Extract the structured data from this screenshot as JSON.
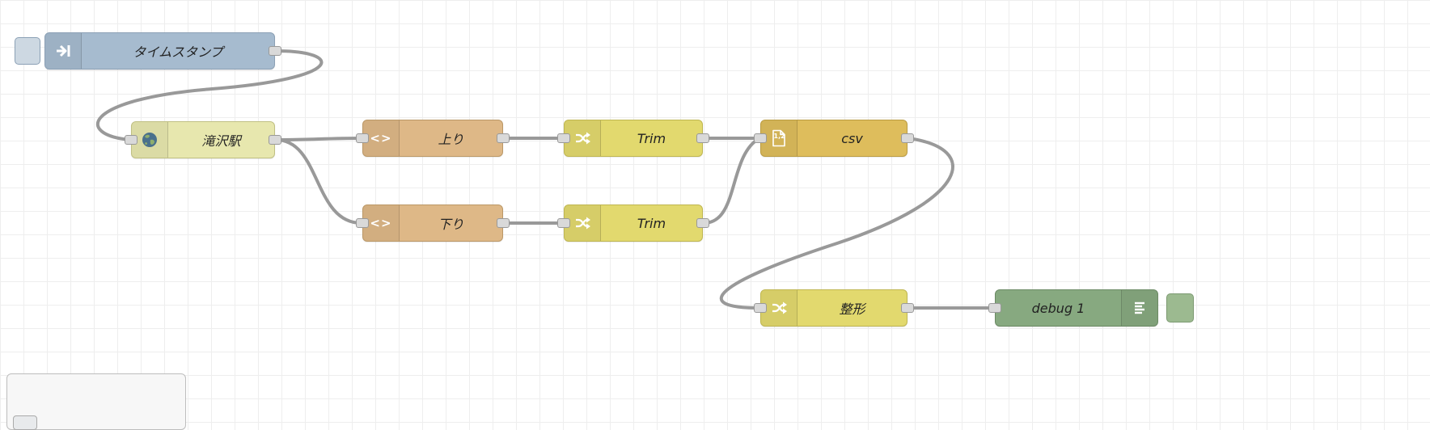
{
  "canvas": {
    "background": "#ffffff",
    "grid_color": "#eeeeee",
    "wire_color": "#999999",
    "port_color": "#d9d9d9"
  },
  "nodes": [
    {
      "label": "タイムスタンプ",
      "color": "#a6bbcf",
      "border_color": "#8ba0b5",
      "icon": "inject-arrow-icon"
    },
    {
      "label": "滝沢駅",
      "color": "#e7e7ae",
      "border_color": "#c0c083",
      "icon": "globe-icon"
    },
    {
      "label": "上り",
      "color": "#deb887",
      "border_color": "#bb9867",
      "icon": "angle-brackets-icon",
      "icon_glyph": "<>"
    },
    {
      "label": "Trim",
      "color": "#e2d96e",
      "border_color": "#bfb651",
      "icon": "shuffle-arrows-icon"
    },
    {
      "label": "csv",
      "color": "#debd5c",
      "border_color": "#bb9c42",
      "icon": "csv-file-icon",
      "icon_glyph": "1,2"
    },
    {
      "label": "下り",
      "color": "#deb887",
      "border_color": "#bb9867",
      "icon": "angle-brackets-icon",
      "icon_glyph": "<>"
    },
    {
      "label": "Trim",
      "color": "#e2d96e",
      "border_color": "#bfb651",
      "icon": "shuffle-arrows-icon"
    },
    {
      "label": "整形",
      "color": "#e2d96e",
      "border_color": "#bfb651",
      "icon": "shuffle-arrows-icon"
    },
    {
      "label": "debug 1",
      "color": "#87a980",
      "border_color": "#6b8a64",
      "icon": "debug-list-icon"
    }
  ],
  "wires": [
    {
      "from": "タイムスタンプ",
      "to": "滝沢駅"
    },
    {
      "from": "滝沢駅",
      "to": "上り"
    },
    {
      "from": "滝沢駅",
      "to": "下り"
    },
    {
      "from": "上り",
      "to": "Trim"
    },
    {
      "from": "下り",
      "to": "Trim"
    },
    {
      "from": "Trim",
      "to": "csv"
    },
    {
      "from": "Trim",
      "to": "csv"
    },
    {
      "from": "csv",
      "to": "整形"
    },
    {
      "from": "整形",
      "to": "debug 1"
    }
  ]
}
